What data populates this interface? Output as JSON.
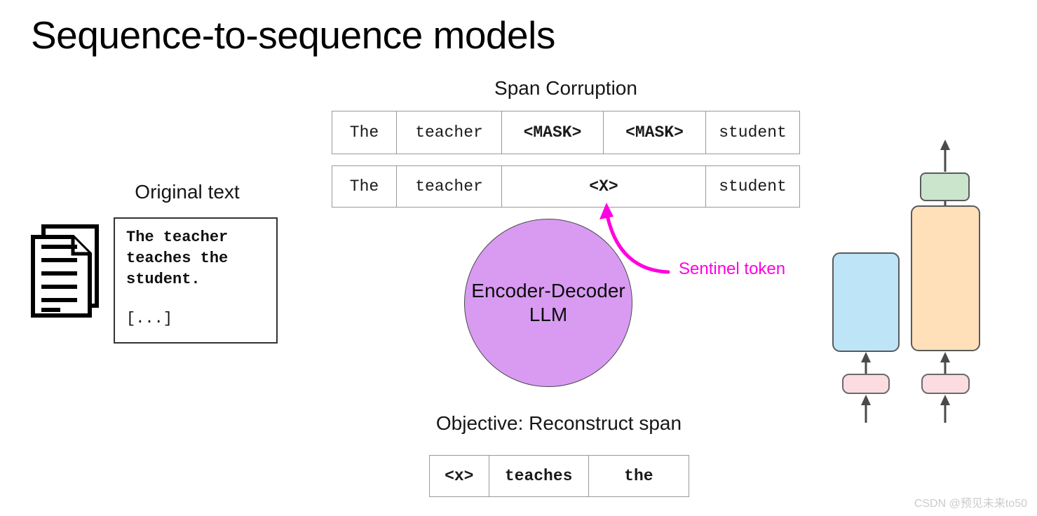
{
  "title": "Sequence-to-sequence models",
  "span_corruption": {
    "heading": "Span Corruption",
    "masked_row": [
      "The",
      "teacher",
      "<MASK>",
      "<MASK>",
      "student"
    ],
    "sentinel_row": [
      "The",
      "teacher",
      "<X>",
      "student"
    ]
  },
  "original_text": {
    "heading": "Original text",
    "body": "The teacher teaches the student.",
    "ellipsis": "[...]"
  },
  "model_circle": {
    "line1": "Encoder-Decoder",
    "line2": "LLM"
  },
  "sentinel_annotation": {
    "label": "Sentinel token"
  },
  "objective": {
    "heading": "Objective: Reconstruct span",
    "row": [
      "<x>",
      "teaches",
      "the"
    ]
  },
  "watermark": "CSDN @预见未来to50",
  "colors": {
    "circle_fill": "#d99bf2",
    "magenta": "#ff00e0",
    "encoder_fill": "#bee4f7",
    "decoder_fill": "#ffe0b8",
    "output_fill": "#cbe5cc",
    "embedding_fill": "#fbdce1",
    "diagram_arrow": "#4a4a4a",
    "table_border": "#999999"
  }
}
